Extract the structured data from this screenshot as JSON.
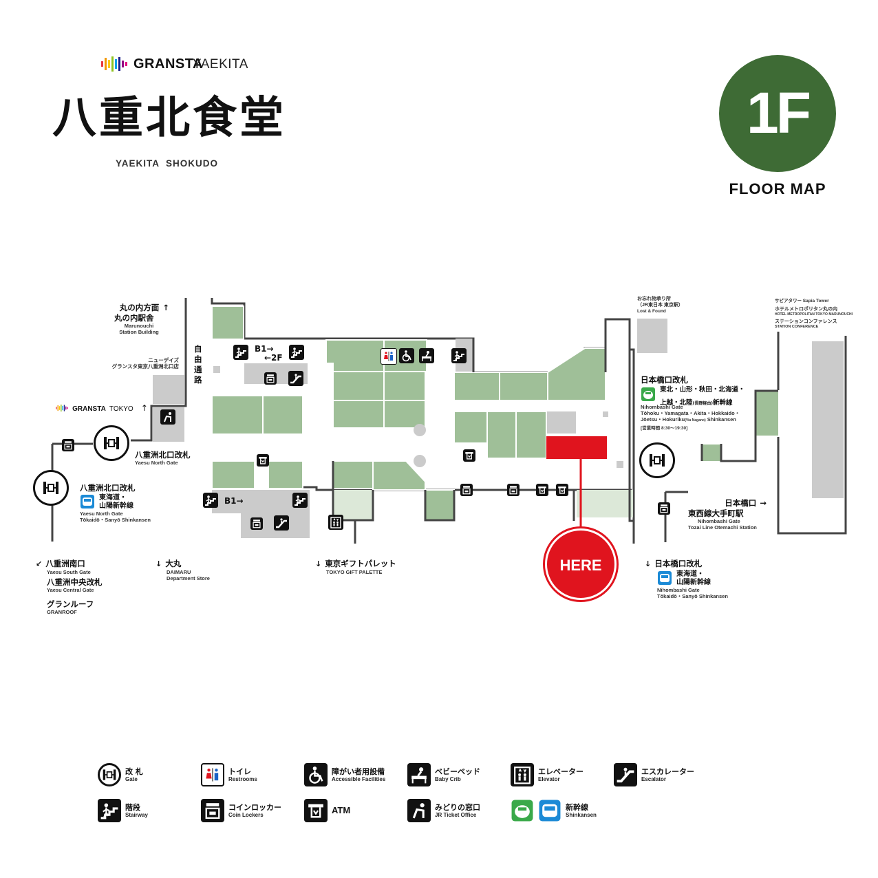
{
  "brand": {
    "name_a": "GRANSTA",
    "name_b": "YAEKITA",
    "title_jp": "八重北食堂",
    "title_en": "YAEKITA  SHOKUDO"
  },
  "floor": {
    "badge": "1F",
    "caption": "FLOOR MAP",
    "color": "#3e6b35"
  },
  "colors": {
    "shop": "#9fbf98",
    "shop_light": "#dce8d8",
    "facility": "#cbcbcb",
    "here": "#e0141e",
    "line": "#444444"
  },
  "here_label": "HERE",
  "map_labels": {
    "marunouchi": {
      "jp1": "丸の内方面",
      "arrow": "↑",
      "jp2": "丸の内駅舎",
      "en": "Marunouchi\nStation Building"
    },
    "newdays": {
      "jp": "ニューデイズ",
      "jp2": "グランスタ東京八重洲北口店"
    },
    "gransta_tokyo": {
      "a": "GRANSTA",
      "b": "TOKYO",
      "arrow": "↑"
    },
    "jiyu_tsuro": "自由通路",
    "b1_2f_up": "B1→",
    "b1_2f_down": "←2F",
    "b1_lower": "B1→",
    "yaesu_north_1": {
      "jp": "八重洲北口改札",
      "en": "Yaesu North Gate"
    },
    "yaesu_north_2": {
      "jp": "八重洲北口改札",
      "line_jp1": "東海道・",
      "line_jp2": "山陽新幹線",
      "en1": "Yaesu North Gate",
      "en2": "Tōkaidō・Sanyō Shinkansen"
    },
    "yaesu_south": {
      "arrow": "↙",
      "jp": "八重洲南口",
      "en": "Yaesu South Gate"
    },
    "yaesu_central": {
      "jp": "八重洲中央改札",
      "en": "Yaesu Central Gate"
    },
    "granroof": {
      "jp": "グランルーフ",
      "en": "GRANROOF"
    },
    "daimaru": {
      "arrow": "↓",
      "jp": "大丸",
      "en1": "DAIMARU",
      "en2": "Department Store"
    },
    "gift_palette": {
      "arrow": "↓",
      "jp": "東京ギフトパレット",
      "en": "TOKYO GIFT PALETTE"
    },
    "lost_found": {
      "jp1": "お忘れ物承り所",
      "jp2": "（JR東日本 東京駅）",
      "en": "Lost & Found"
    },
    "sapia": {
      "jp1": "サピアタワー Sapia Tower",
      "jp2": "ホテルメトロポリタン丸の内",
      "en2": "HOTEL METROPOLITAN TOKYO MARUNOUCHI",
      "jp3": "ステーションコンファレンス",
      "en3": "STATION CONFERENCE"
    },
    "nihombashi_top": {
      "jp": "日本橋口改札",
      "lines1": "東北・山形・秋田・北海道・",
      "lines2": "上越・北陸",
      "lines2b": "(長野経由)",
      "lines2c": "新幹線",
      "en1": "Nihombashi Gate",
      "en2": "Tōhoku・Yamagata・Akita・Hokkaido・",
      "en3": "Jōetsu・Hokuriku",
      "en3b": "(Via Nagano)",
      "en3c": " Shinkansen",
      "hours": "[営業時間  8:30〜19:30]"
    },
    "nihombashi_exit": {
      "jp1": "日本橋口",
      "arrow": "→",
      "jp2": "東西線大手町駅",
      "en1": "Nihombashi Gate",
      "en2": "Tozai Line Otemachi Station"
    },
    "nihombashi_bottom": {
      "arrow": "↓",
      "jp": "日本橋口改札",
      "line_jp1": "東海道・",
      "line_jp2": "山陽新幹線",
      "en1": "Nihombashi Gate",
      "en2": "Tōkaidō・Sanyō Shinkansen"
    }
  },
  "legend": [
    {
      "icon": "gate-icon",
      "jp": "改 札",
      "en": "Gate"
    },
    {
      "icon": "restroom-icon",
      "jp": "トイレ",
      "en": "Restrooms"
    },
    {
      "icon": "accessible-icon",
      "jp": "障がい者用設備",
      "en": "Accessible Facilities"
    },
    {
      "icon": "baby-crib-icon",
      "jp": "ベビーベッド",
      "en": "Baby Crib"
    },
    {
      "icon": "elevator-icon",
      "jp": "エレベーター",
      "en": "Elevator"
    },
    {
      "icon": "escalator-icon",
      "jp": "エスカレーター",
      "en": "Escalator"
    },
    {
      "icon": "stairway-icon",
      "jp": "階段",
      "en": "Stairway"
    },
    {
      "icon": "coin-locker-icon",
      "jp": "コインロッカー",
      "en": "Coin Lockers"
    },
    {
      "icon": "atm-icon",
      "jp": "ATM",
      "en": ""
    },
    {
      "icon": "ticket-office-icon",
      "jp": "みどりの窓口",
      "en": "JR Ticket Office"
    },
    {
      "icon": "shinkansen-icon",
      "jp": "新幹線",
      "en": "Shinkansen"
    }
  ]
}
